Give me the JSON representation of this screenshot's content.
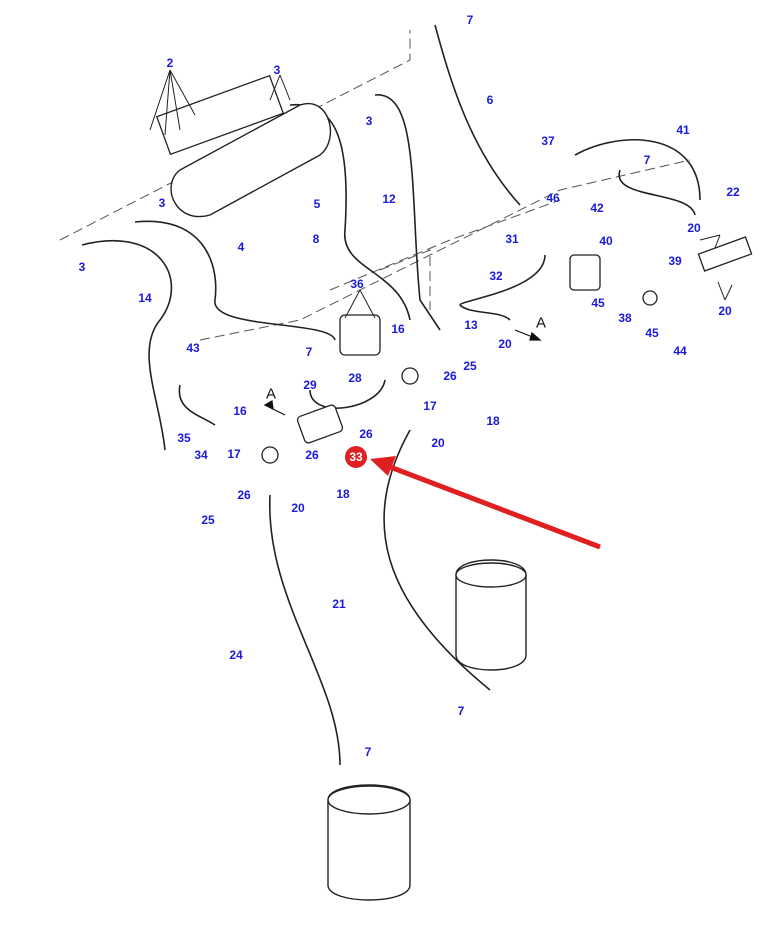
{
  "labels": [
    "7",
    "2",
    "3",
    "6",
    "3",
    "41",
    "37",
    "7",
    "3",
    "5",
    "12",
    "46",
    "22",
    "42",
    "20",
    "8",
    "4",
    "3",
    "31",
    "40",
    "39",
    "32",
    "14",
    "36",
    "45",
    "38",
    "20",
    "16",
    "13",
    "20",
    "45",
    "44",
    "43",
    "7",
    "28",
    "25",
    "26",
    "29",
    "17",
    "18",
    "16",
    "35",
    "26",
    "20",
    "34",
    "17",
    "26",
    "26",
    "18",
    "20",
    "25",
    "21",
    "24",
    "7",
    "7"
  ],
  "view_markers": [
    "A",
    "A"
  ],
  "highlighted_part": "33",
  "colors": {
    "label": "#1a1adc",
    "highlight": "#e02020",
    "line": "#222222"
  }
}
